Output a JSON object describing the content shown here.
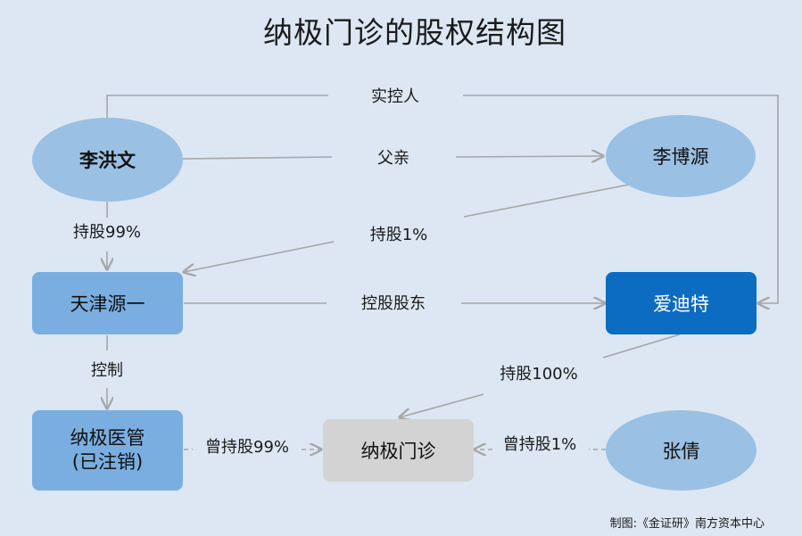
{
  "title": "纳极门诊的股权结构图",
  "nodes": {
    "li_hongwen": "李洪文",
    "li_boyuan": "李博源",
    "tianjin_yuanyi": "天津源一",
    "aidite": "爱迪特",
    "naji_yiguan_line1": "纳极医管",
    "naji_yiguan_line2": "(已注销)",
    "naji_menzhen": "纳极门诊",
    "zhang_qian": "张倩"
  },
  "edges": {
    "actual_controller": "实控人",
    "father": "父亲",
    "holds_99": "持股99%",
    "holds_1": "持股1%",
    "controlling_shareholder": "控股股东",
    "control": "控制",
    "holds_100": "持股100%",
    "formerly_holds_99": "曾持股99%",
    "formerly_holds_1": "曾持股1%"
  },
  "credit": "制图:《金证研》南方资本中心",
  "colors": {
    "background": "#dce7f3",
    "ellipse": "#9ac0e4",
    "rect": "#7aaee0",
    "rect_dark": "#0b6cc1",
    "rect_gray": "#d3d3d3",
    "line": "#a6a6a6"
  }
}
